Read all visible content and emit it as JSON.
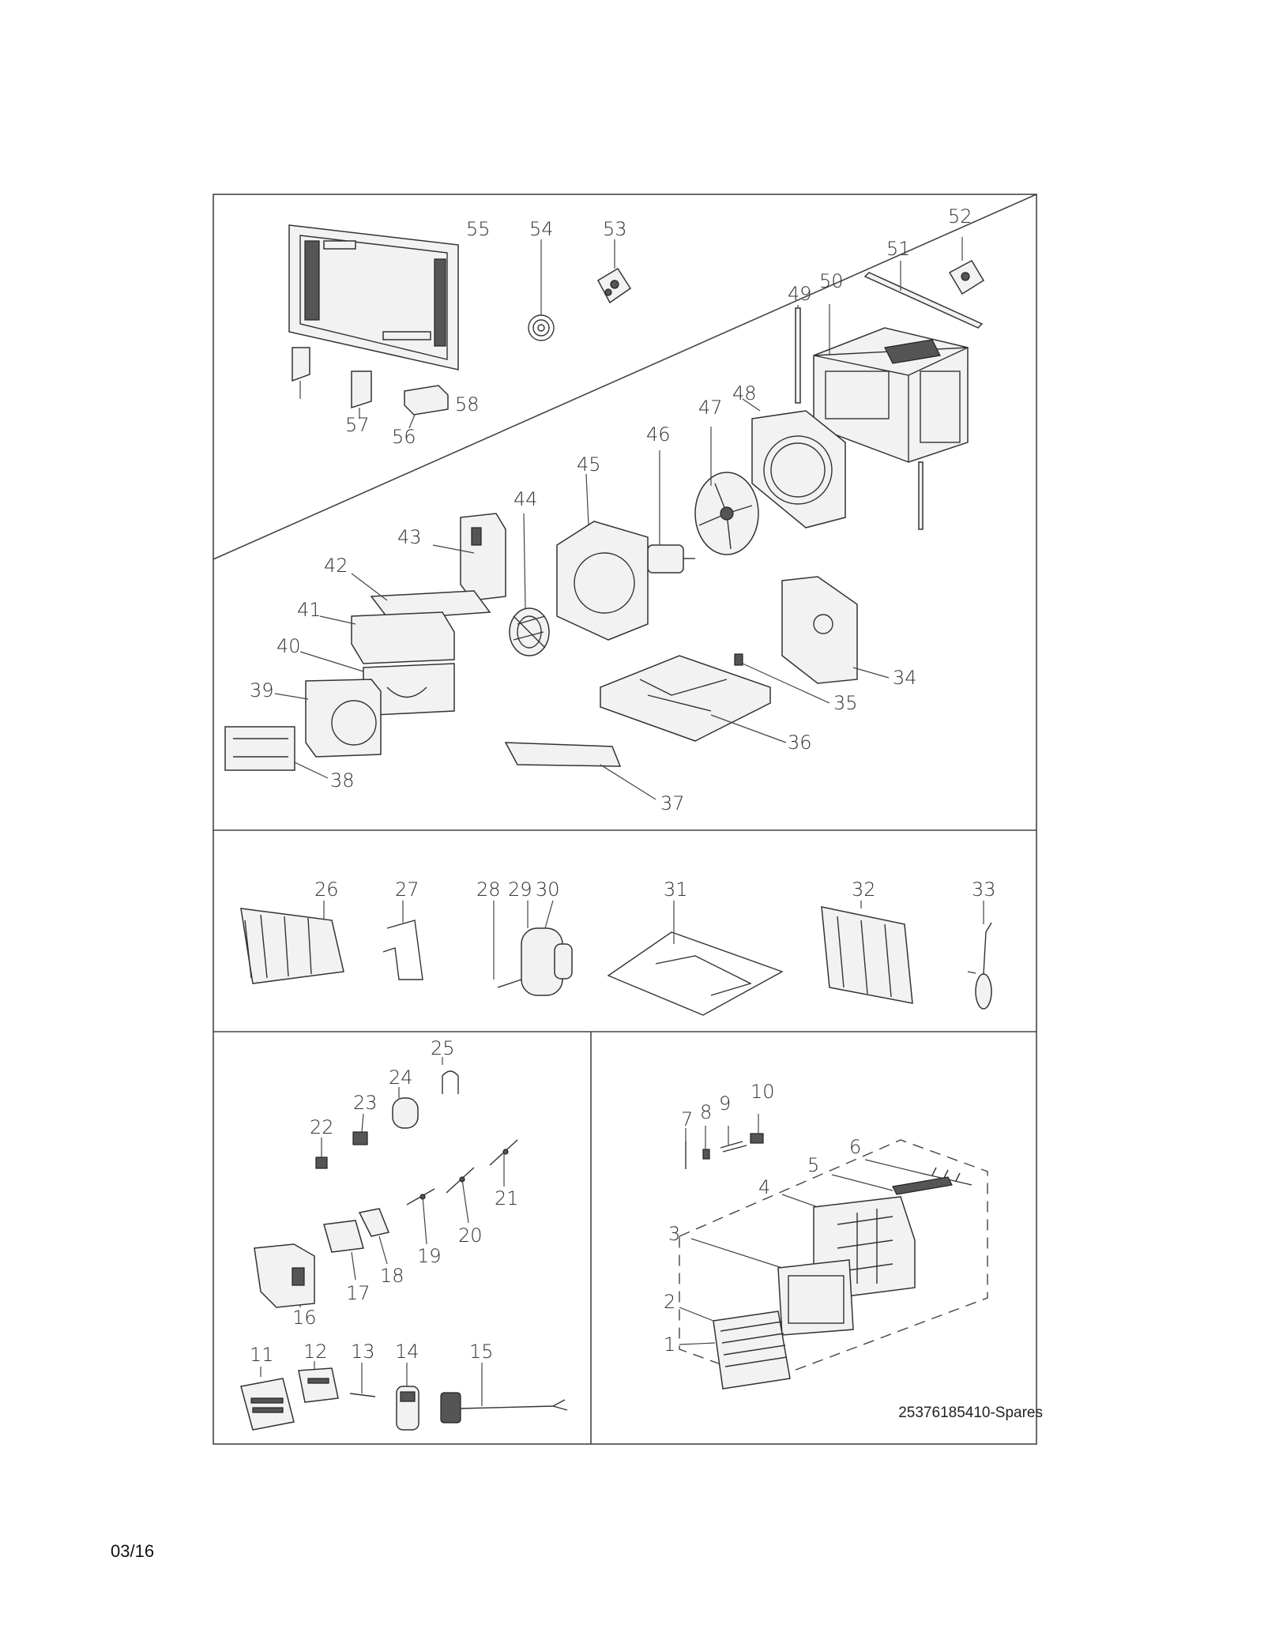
{
  "document_caption": "25376185410-Spares",
  "page_date": "03/16",
  "callouts": {
    "c1": "1",
    "c2": "2",
    "c3": "3",
    "c4": "4",
    "c5": "5",
    "c6": "6",
    "c7": "7",
    "c8": "8",
    "c9": "9",
    "c10": "10",
    "c11": "11",
    "c12": "12",
    "c13": "13",
    "c14": "14",
    "c15": "15",
    "c16": "16",
    "c17": "17",
    "c18": "18",
    "c19": "19",
    "c20": "20",
    "c21": "21",
    "c22": "22",
    "c23": "23",
    "c24": "24",
    "c25": "25",
    "c26": "26",
    "c27": "27",
    "c28": "28",
    "c29": "29",
    "c30": "30",
    "c31": "31",
    "c32": "32",
    "c33": "33",
    "c34": "34",
    "c35": "35",
    "c36": "36",
    "c37": "37",
    "c38": "38",
    "c39": "39",
    "c40": "40",
    "c41": "41",
    "c42": "42",
    "c43": "43",
    "c44": "44",
    "c45": "45",
    "c46": "46",
    "c47": "47",
    "c48": "48",
    "c49": "49",
    "c50": "50",
    "c51": "51",
    "c52": "52",
    "c53": "53",
    "c54": "54",
    "c55": "55",
    "c56": "56",
    "c57": "57",
    "c58": "58"
  }
}
